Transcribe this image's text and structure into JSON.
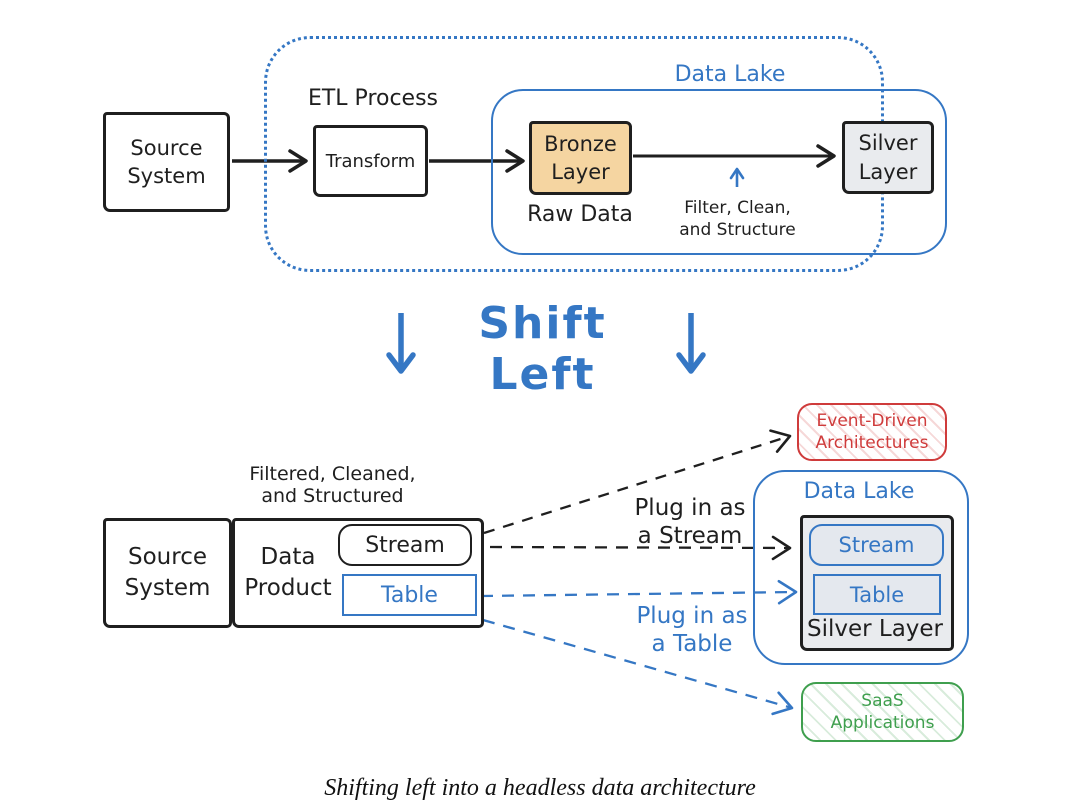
{
  "palette": {
    "ink": "#1f1f1f",
    "blue": "#3577c4",
    "red": "#cf3b3b",
    "green": "#3f9f4e",
    "bronze": "#f5d5a1",
    "silver": "#e9ebee",
    "panel": "#e4e8ee"
  },
  "top": {
    "source_system": "Source\nSystem",
    "etl_label": "ETL Process",
    "transform_label": "Transform",
    "data_lake_label": "Data Lake",
    "bronze_label": "Bronze\nLayer",
    "raw_data_label": "Raw Data",
    "filter_note": "Filter, Clean,\nand Structure",
    "silver_label": "Silver\nLayer"
  },
  "middle": {
    "shift_left_label": "Shift Left"
  },
  "bottom": {
    "filtered_note": "Filtered, Cleaned,\nand Structured",
    "source_system": "Source\nSystem",
    "data_product": "Data\nProduct",
    "stream_label": "Stream",
    "table_label": "Table",
    "plug_in_stream": "Plug in as\na Stream",
    "plug_in_table": "Plug in as\na Table",
    "event_driven": "Event-Driven\nArchitectures",
    "data_lake_label": "Data Lake",
    "dl_stream_label": "Stream",
    "dl_table_label": "Table",
    "silver_layer_label": "Silver Layer",
    "saas": "SaaS\nApplications"
  },
  "caption": "Shifting left into a headless data architecture"
}
